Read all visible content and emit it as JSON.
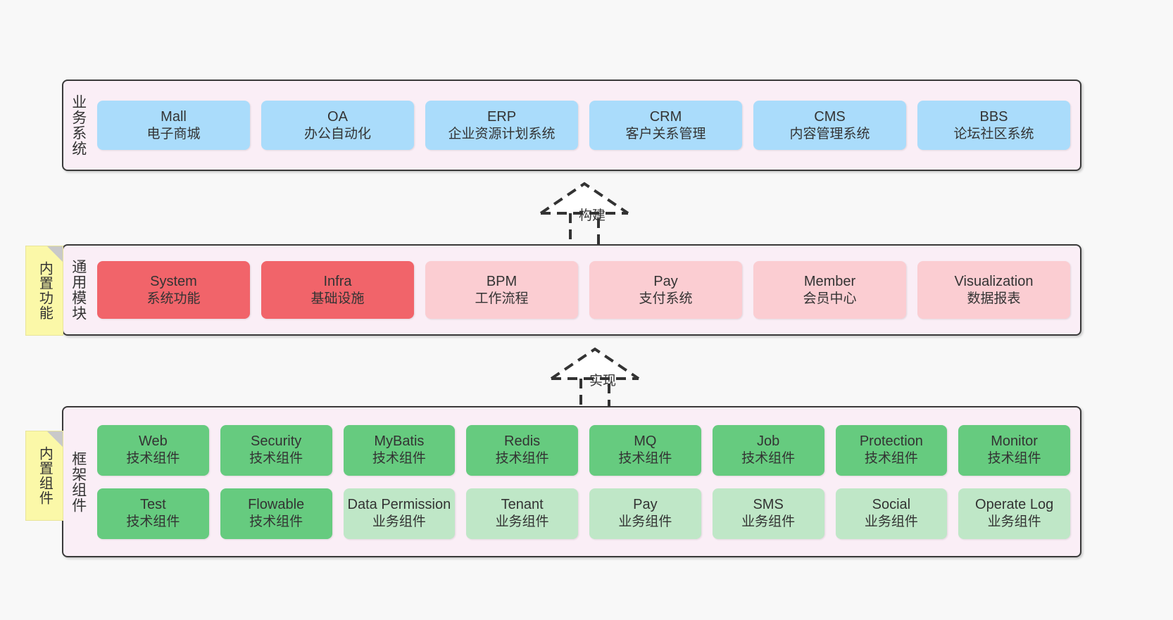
{
  "diagram": {
    "background_color": "#f8f8f8",
    "panel_color": "#faeef6",
    "layers": [
      {
        "id": "business",
        "title": "业务系统",
        "cards": [
          {
            "en": "Mall",
            "cn": "电子商城",
            "color": "#aadcfb",
            "style": "blue"
          },
          {
            "en": "OA",
            "cn": "办公自动化",
            "color": "#aadcfb",
            "style": "blue"
          },
          {
            "en": "ERP",
            "cn": "企业资源计划系统",
            "color": "#aadcfb",
            "style": "blue"
          },
          {
            "en": "CRM",
            "cn": "客户关系管理",
            "color": "#aadcfb",
            "style": "blue"
          },
          {
            "en": "CMS",
            "cn": "内容管理系统",
            "color": "#aadcfb",
            "style": "blue"
          },
          {
            "en": "BBS",
            "cn": "论坛社区系统",
            "color": "#aadcfb",
            "style": "blue"
          }
        ]
      },
      {
        "id": "modules",
        "title": "通用模块",
        "sticky": "内置功能",
        "cards": [
          {
            "en": "System",
            "cn": "系统功能",
            "color": "#f1646a",
            "style": "red"
          },
          {
            "en": "Infra",
            "cn": "基础设施",
            "color": "#f1646a",
            "style": "red"
          },
          {
            "en": "BPM",
            "cn": "工作流程",
            "color": "#fbcdd2",
            "style": "pink"
          },
          {
            "en": "Pay",
            "cn": "支付系统",
            "color": "#fbcdd2",
            "style": "pink"
          },
          {
            "en": "Member",
            "cn": "会员中心",
            "color": "#fbcdd2",
            "style": "pink"
          },
          {
            "en": "Visualization",
            "cn": "数据报表",
            "color": "#fbcdd2",
            "style": "pink"
          }
        ]
      },
      {
        "id": "framework",
        "title": "框架组件",
        "sticky": "内置组件",
        "row_top": [
          {
            "en": "Web",
            "cn": "技术组件",
            "color": "#66cb7f",
            "style": "green"
          },
          {
            "en": "Security",
            "cn": "技术组件",
            "color": "#66cb7f",
            "style": "green"
          },
          {
            "en": "MyBatis",
            "cn": "技术组件",
            "color": "#66cb7f",
            "style": "green"
          },
          {
            "en": "Redis",
            "cn": "技术组件",
            "color": "#66cb7f",
            "style": "green"
          },
          {
            "en": "MQ",
            "cn": "技术组件",
            "color": "#66cb7f",
            "style": "green"
          },
          {
            "en": "Job",
            "cn": "技术组件",
            "color": "#66cb7f",
            "style": "green"
          },
          {
            "en": "Protection",
            "cn": "技术组件",
            "color": "#66cb7f",
            "style": "green"
          },
          {
            "en": "Monitor",
            "cn": "技术组件",
            "color": "#66cb7f",
            "style": "green"
          }
        ],
        "row_bottom": [
          {
            "en": "Test",
            "cn": "技术组件",
            "color": "#66cb7f",
            "style": "green"
          },
          {
            "en": "Flowable",
            "cn": "技术组件",
            "color": "#66cb7f",
            "style": "green"
          },
          {
            "en": "Data Permission",
            "cn": "业务组件",
            "color": "#bfe7c7",
            "style": "lgreen"
          },
          {
            "en": "Tenant",
            "cn": "业务组件",
            "color": "#bfe7c7",
            "style": "lgreen"
          },
          {
            "en": "Pay",
            "cn": "业务组件",
            "color": "#bfe7c7",
            "style": "lgreen"
          },
          {
            "en": "SMS",
            "cn": "业务组件",
            "color": "#bfe7c7",
            "style": "lgreen"
          },
          {
            "en": "Social",
            "cn": "业务组件",
            "color": "#bfe7c7",
            "style": "lgreen"
          },
          {
            "en": "Operate Log",
            "cn": "业务组件",
            "color": "#bfe7c7",
            "style": "lgreen"
          }
        ]
      }
    ],
    "connectors": [
      {
        "id": "build",
        "label": "构建"
      },
      {
        "id": "implement",
        "label": "实现"
      }
    ]
  }
}
